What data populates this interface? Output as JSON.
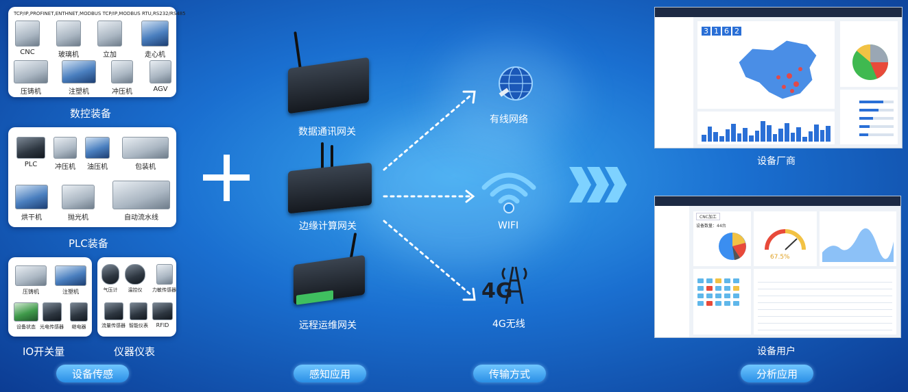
{
  "sensing": {
    "protocols": "TCP/IP,PROFINET,ENTHNET,MODBUS TCP/IP,MODBUS RTU,RS232/RS485",
    "cnc": [
      "CNC",
      "玻璃机",
      "立加",
      "走心机",
      "压铸机",
      "注塑机",
      "冲压机",
      "AGV"
    ],
    "cnc_title": "数控装备",
    "plc": [
      "PLC",
      "冲压机",
      "油压机",
      "包装机",
      "烘干机",
      "抛光机",
      "自动流水线"
    ],
    "plc_title": "PLC装备",
    "io": [
      "压铸机",
      "注塑机",
      "设备状态",
      "光电传感器",
      "继电器"
    ],
    "io_title": "IO开关量",
    "instruments": [
      "气压计",
      "温控仪",
      "力敏传感器",
      "流量传感器",
      "智能仪表",
      "RFID"
    ],
    "instruments_title": "仪器仪表",
    "pill": "设备传感"
  },
  "gateways": {
    "items": [
      "数据通讯网关",
      "边缘计算网关",
      "远程运维网关"
    ],
    "pill": "感知应用"
  },
  "transport": {
    "items": [
      "有线网络",
      "WIFI",
      "4G无线"
    ],
    "pill": "传输方式",
    "badge_4g": "4G"
  },
  "analysis": {
    "vendor_label": "设备厂商",
    "user_label": "设备用户",
    "pill": "分析应用",
    "vendor_counter": [
      "3",
      "1",
      "6",
      "2"
    ],
    "user_gauge_value": "67.5%",
    "user_combo": "CNC加工",
    "user_device_count": "设备数量：44台"
  },
  "colors": {
    "accent": "#2a8fe6",
    "background": "#1a6fd0",
    "arrow": "#ffffff"
  }
}
